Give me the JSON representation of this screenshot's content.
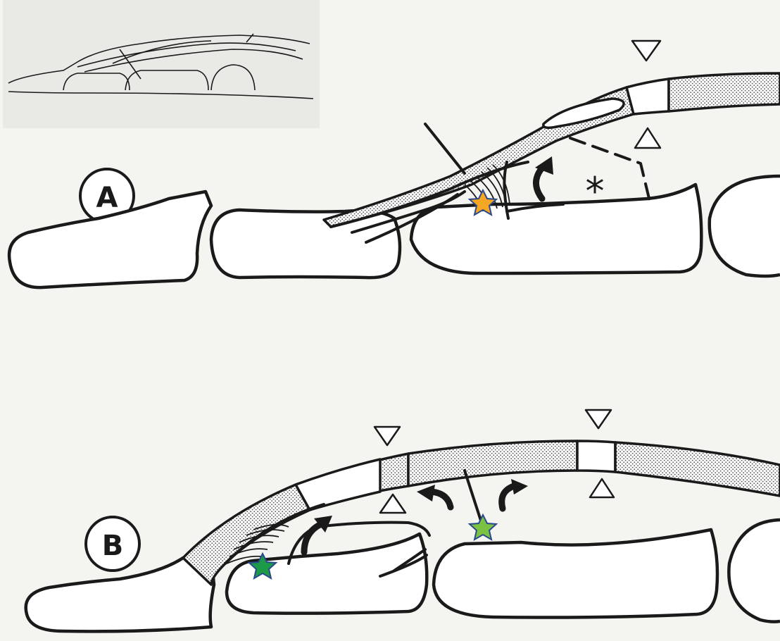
{
  "panels": {
    "A": {
      "label": "A"
    },
    "B": {
      "label": "B"
    }
  },
  "marks": {
    "asterisk": "*"
  },
  "colors": {
    "background": "#f4f4f1",
    "ink": "#1a1a1a",
    "star_orange": "#f5a623",
    "star_dark_green": "#1c9a48",
    "star_light_green": "#7cc242",
    "star_outline": "#2b4a8c"
  },
  "icons": {
    "open_triangle": "open-triangle-marker",
    "star": "star-marker",
    "curved_arrow": "curved-arrow"
  }
}
